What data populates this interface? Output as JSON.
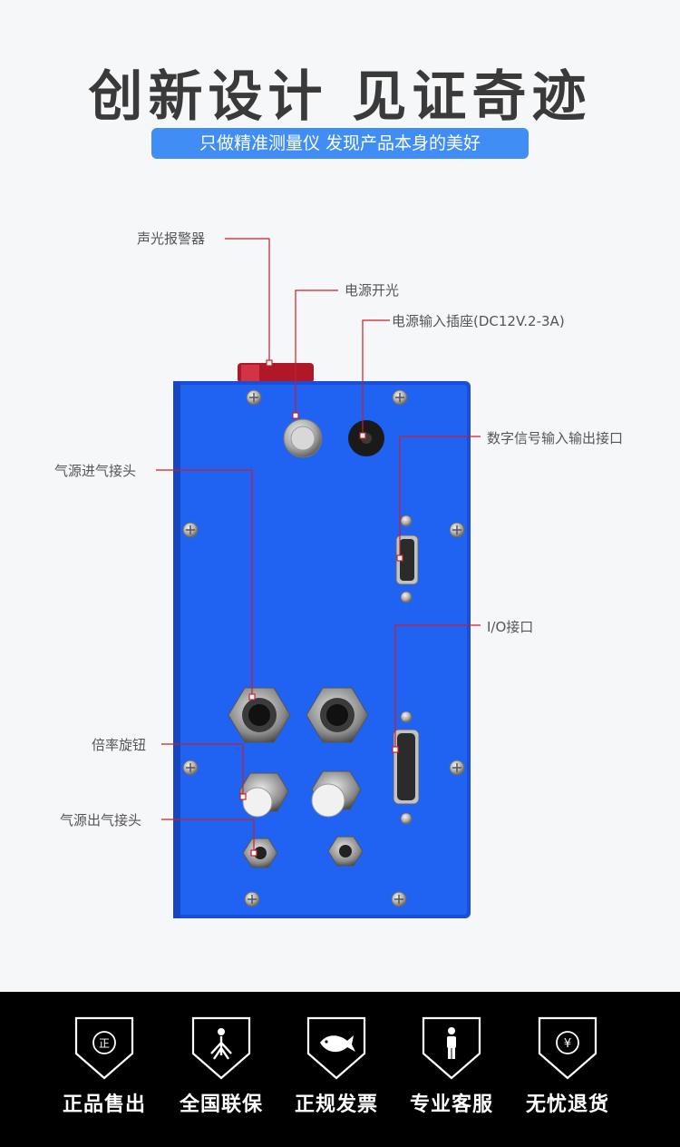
{
  "headline": "创新设计 见证奇迹",
  "subtitle": "只做精准测量仪  发现产品本身的美好",
  "callouts": {
    "alarm": "声光报警器",
    "power_switch": "电源开光",
    "power_input": "电源输入插座(DC12V.2-3A)",
    "digital_io": "数字信号输入输出接口",
    "air_inlet": "气源进气接头",
    "io_port": "I/O接口",
    "ratio_knob": "倍率旋钮",
    "air_outlet": "气源出气接头"
  },
  "badges": [
    {
      "label": "正品售出",
      "icon": "genuine-seal-icon",
      "glyph": "正"
    },
    {
      "label": "全国联保",
      "icon": "warranty-person-icon"
    },
    {
      "label": "正规发票",
      "icon": "fish-invoice-icon"
    },
    {
      "label": "专业客服",
      "icon": "service-person-icon"
    },
    {
      "label": "无忧退货",
      "icon": "yen-return-icon",
      "glyph": "¥"
    }
  ],
  "colors": {
    "panel": "#1f5ff0",
    "accent_line": "#c8202a",
    "pill": "#3f8df5",
    "footer": "#000000"
  }
}
